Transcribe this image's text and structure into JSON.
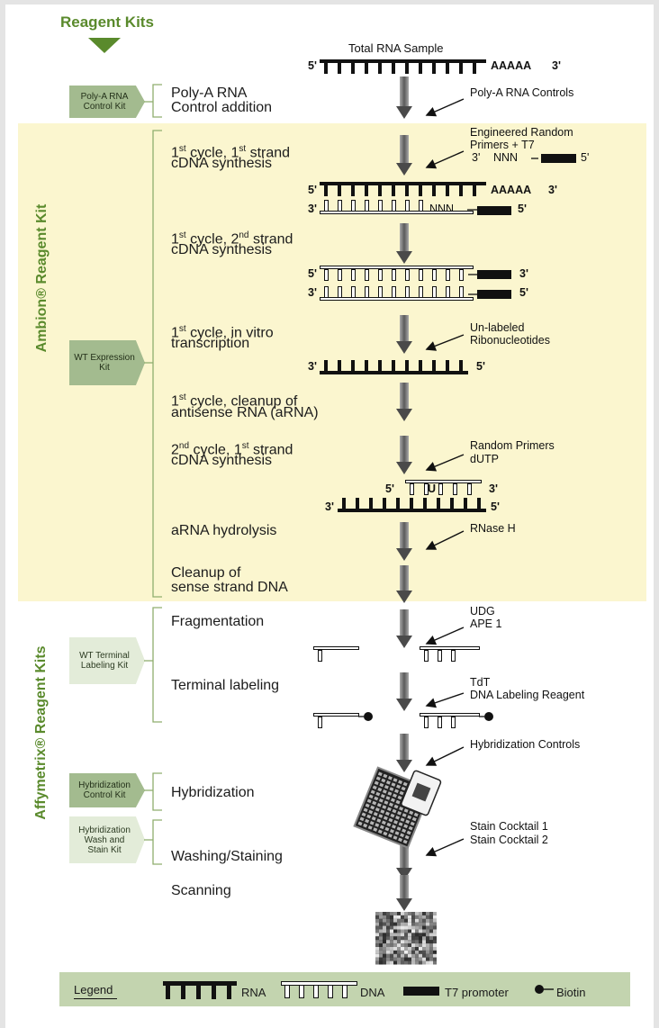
{
  "header": {
    "title": "Reagent Kits"
  },
  "side_labels": {
    "ambion": "Ambion® Reagent Kit",
    "affymetrix": "Affymetrix® Reagent Kits"
  },
  "kits": {
    "polya": "Poly-A RNA Control Kit",
    "wt_expression": "WT Expression Kit",
    "wt_terminal": "WT Terminal Labeling Kit",
    "hyb_control": "Hybridization Control Kit",
    "hyb_wash": "Hybridization Wash and Stain Kit"
  },
  "steps": {
    "polya_1": "Poly-A RNA",
    "polya_2": "Control addition",
    "c1s1_a": "1",
    "c1s1_b": "st",
    "c1s1_c": " cycle, 1",
    "c1s1_d": "st",
    "c1s1_e": " strand",
    "c1s1_2": "cDNA synthesis",
    "c1s2_a": "1",
    "c1s2_b": "st",
    "c1s2_c": " cycle, 2",
    "c1s2_d": "nd",
    "c1s2_e": " strand",
    "c1s2_2": "cDNA synthesis",
    "ivt_a": "1",
    "ivt_b": "st",
    "ivt_c": " cycle, in vitro",
    "ivt_2": "transcription",
    "cln_a": "1",
    "cln_b": "st",
    "cln_c": " cycle, cleanup of",
    "cln_2": "antisense RNA (aRNA)",
    "c2s1_a": "2",
    "c2s1_b": "nd",
    "c2s1_c": " cycle, 1",
    "c2s1_d": "st",
    "c2s1_e": " strand",
    "c2s1_2": "cDNA synthesis",
    "hydrolysis": "aRNA hydrolysis",
    "cleanup_1": "Cleanup of",
    "cleanup_2": "sense strand DNA",
    "fragmentation": "Fragmentation",
    "terminal": "Terminal labeling",
    "hybridization": "Hybridization",
    "washing": "Washing/Staining",
    "scanning": "Scanning"
  },
  "reagents": {
    "total_rna": "Total RNA Sample",
    "polya_controls": "Poly-A RNA Controls",
    "eng_primers_1": "Engineered Random",
    "eng_primers_2": "Primers + T7",
    "nnn": "NNN",
    "unlabeled_1": "Un-labeled",
    "unlabeled_2": "Ribonucleotides",
    "random_primers": "Random Primers",
    "dutp": "dUTP",
    "rnase": "RNase H",
    "udg": "UDG",
    "ape": "APE 1",
    "tdt": "TdT",
    "dna_labeling": "DNA Labeling Reagent",
    "hyb_controls": "Hybridization Controls",
    "stain1": "Stain Cocktail 1",
    "stain2": "Stain Cocktail 2"
  },
  "strand": {
    "five": "5'",
    "three": "3'",
    "polya": "AAAAA",
    "nnn_seq": "NNN",
    "u": "U"
  },
  "legend": {
    "title": "Legend",
    "rna": "RNA",
    "dna": "DNA",
    "t7": "T7 promoter",
    "biotin": "Biotin"
  },
  "colors": {
    "ambion_band": "#fbf6cf",
    "brand_green": "#5a8a2c",
    "kit_dark": "#a3bb8f",
    "kit_light": "#e3ecd9",
    "legend_bar": "#c3d4af"
  }
}
